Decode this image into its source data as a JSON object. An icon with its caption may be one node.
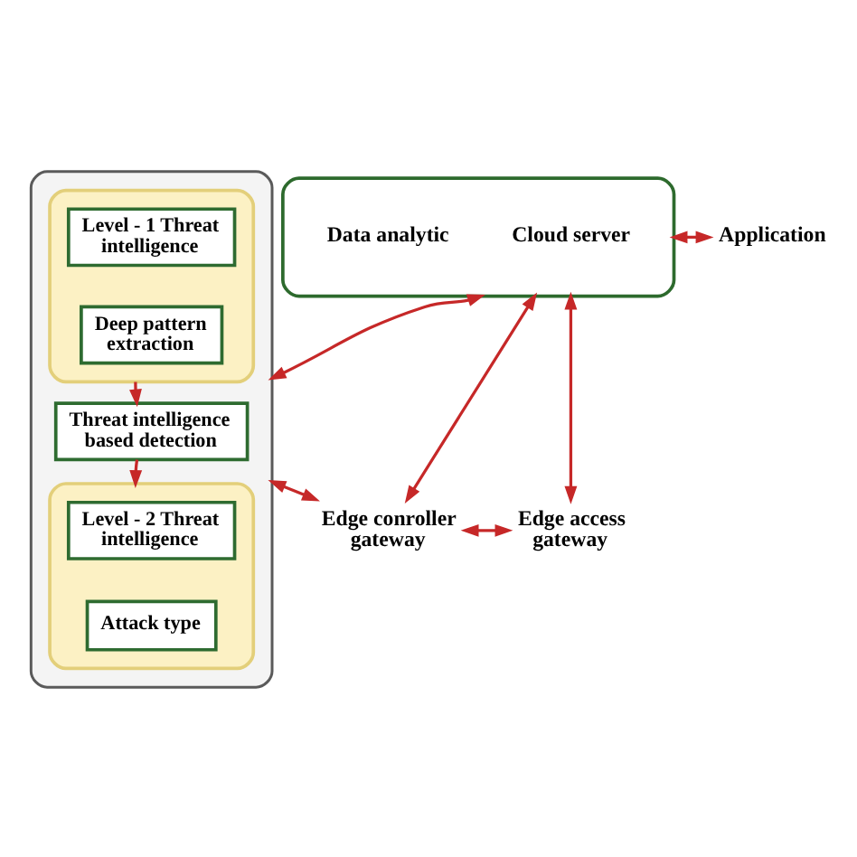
{
  "diagram": {
    "nodes": [
      {
        "text": [],
        "shape": "box"
      },
      {
        "text": [],
        "shape": "box",
        "in": 0
      },
      {
        "text": [
          "Level - 1 Threat intelligence"
        ],
        "in": 1
      },
      {
        "text": [
          "Deep pattern extraction"
        ],
        "in": 1
      },
      {
        "text": [
          "Threat intelligence based detection"
        ],
        "in": 0
      },
      {
        "text": [],
        "shape": "box",
        "in": 0
      },
      {
        "text": [
          "Level - 2 Threat intelligence"
        ],
        "in": 5
      },
      {
        "text": [
          "Attack type"
        ],
        "in": 5
      },
      {
        "text": [],
        "shape": "cloud"
      },
      {
        "text": [
          "Data analytic"
        ],
        "in": 8
      },
      {
        "text": [
          "Cloud server"
        ],
        "in": 8
      },
      {
        "text": [
          "Application"
        ]
      },
      {
        "text": [
          "Edge conroller gateway"
        ]
      },
      {
        "text": [
          "Edge access gateway"
        ]
      }
    ],
    "edges": [
      {
        "from": 1,
        "to": 4,
        "arrow": "to"
      },
      {
        "from": 4,
        "to": 5,
        "arrow": "to"
      },
      {
        "from": 8,
        "to": 11,
        "arrow": "both"
      },
      {
        "from": 8,
        "to": 0,
        "arrow": "both"
      },
      {
        "from": 8,
        "to": 12,
        "arrow": "both"
      },
      {
        "from": 8,
        "to": 13,
        "arrow": "both"
      },
      {
        "from": 0,
        "to": 12,
        "arrow": "both"
      },
      {
        "from": 12,
        "to": 13,
        "arrow": "both"
      }
    ]
  }
}
